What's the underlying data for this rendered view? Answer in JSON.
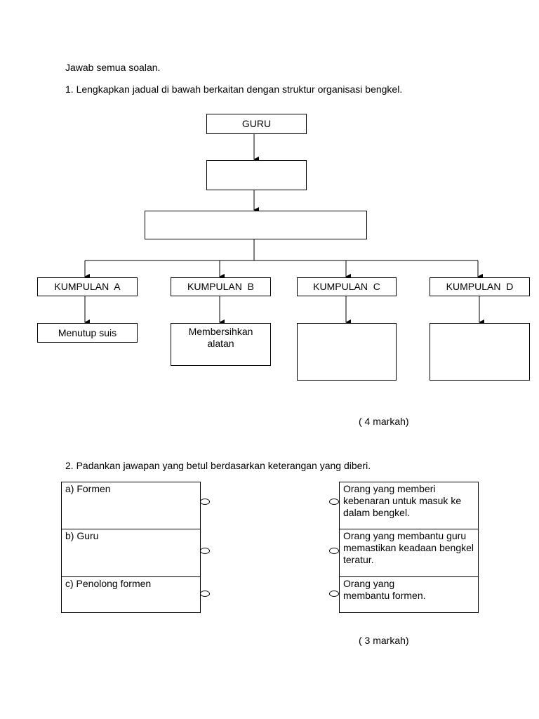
{
  "instructions": "Jawab semua soalan.",
  "q1": {
    "prompt": "1. Lengkapkan jadual di bawah berkaitan dengan struktur organisasi bengkel.",
    "top_label": "GURU",
    "level2_label": "",
    "level3_label": "",
    "groups": [
      {
        "label": "KUMPULAN  A",
        "task": "Menutup suis"
      },
      {
        "label": "KUMPULAN  B",
        "task": "Membersihkan alatan"
      },
      {
        "label": "KUMPULAN  C",
        "task": ""
      },
      {
        "label": "KUMPULAN  D",
        "task": ""
      }
    ],
    "marks": "( 4 markah)"
  },
  "q2": {
    "prompt": "2. Padankan jawapan yang betul berdasarkan keterangan yang diberi.",
    "left_items": [
      "a) Formen",
      "b) Guru",
      "c) Penolong formen"
    ],
    "right_items": [
      "Orang yang memberi kebenaran untuk masuk ke dalam bengkel.",
      "Orang yang membantu guru memastikan keadaan bengkel teratur.",
      "Orang yang membantu formen."
    ],
    "marks": "( 3 markah)"
  }
}
